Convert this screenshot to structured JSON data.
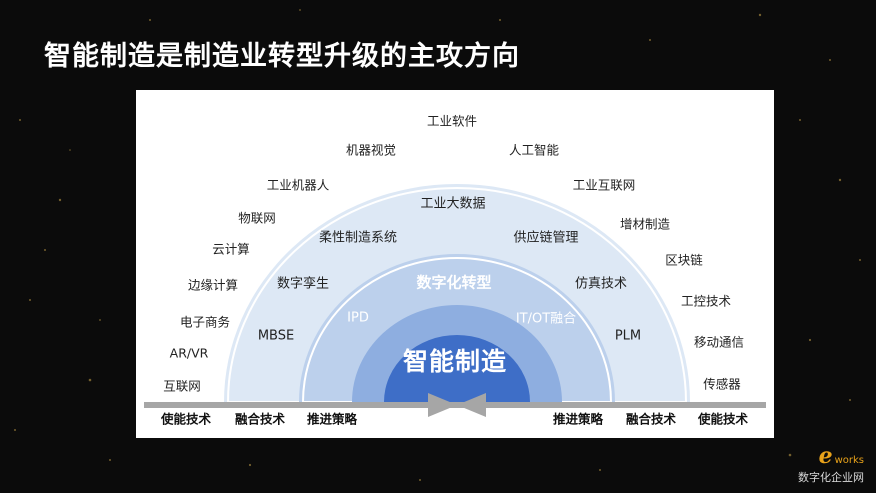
{
  "title": "智能制造是制造业转型升级的主攻方向",
  "diagram": {
    "center": "智能制造",
    "ring2_title": "数字化转型",
    "ring2_items": [
      "IPD",
      "IT/OT融合"
    ],
    "ring3_items": [
      "工业大数据",
      "柔性制造系统",
      "供应链管理",
      "数字孪生",
      "仿真技术",
      "MBSE",
      "PLM"
    ],
    "ring4_items": [
      "工业软件",
      "机器视觉",
      "人工智能",
      "工业机器人",
      "工业互联网",
      "物联网",
      "增材制造",
      "云计算",
      "区块链",
      "边缘计算",
      "工控技术",
      "电子商务",
      "移动通信",
      "AR/VR",
      "传感器",
      "互联网"
    ],
    "bottom_labels": [
      "使能技术",
      "融合技术",
      "推进策略",
      "推进策略",
      "融合技术",
      "使能技术"
    ],
    "colors": {
      "ring4": "#dde8f5",
      "ring3": "#bcd0ec",
      "ring2": "#8eaee0",
      "center": "#3e6ec7",
      "baseline": "#a6a6a6"
    }
  },
  "logo": {
    "mark": "e",
    "mark_text": "works",
    "subtitle": "数字化企业网"
  }
}
